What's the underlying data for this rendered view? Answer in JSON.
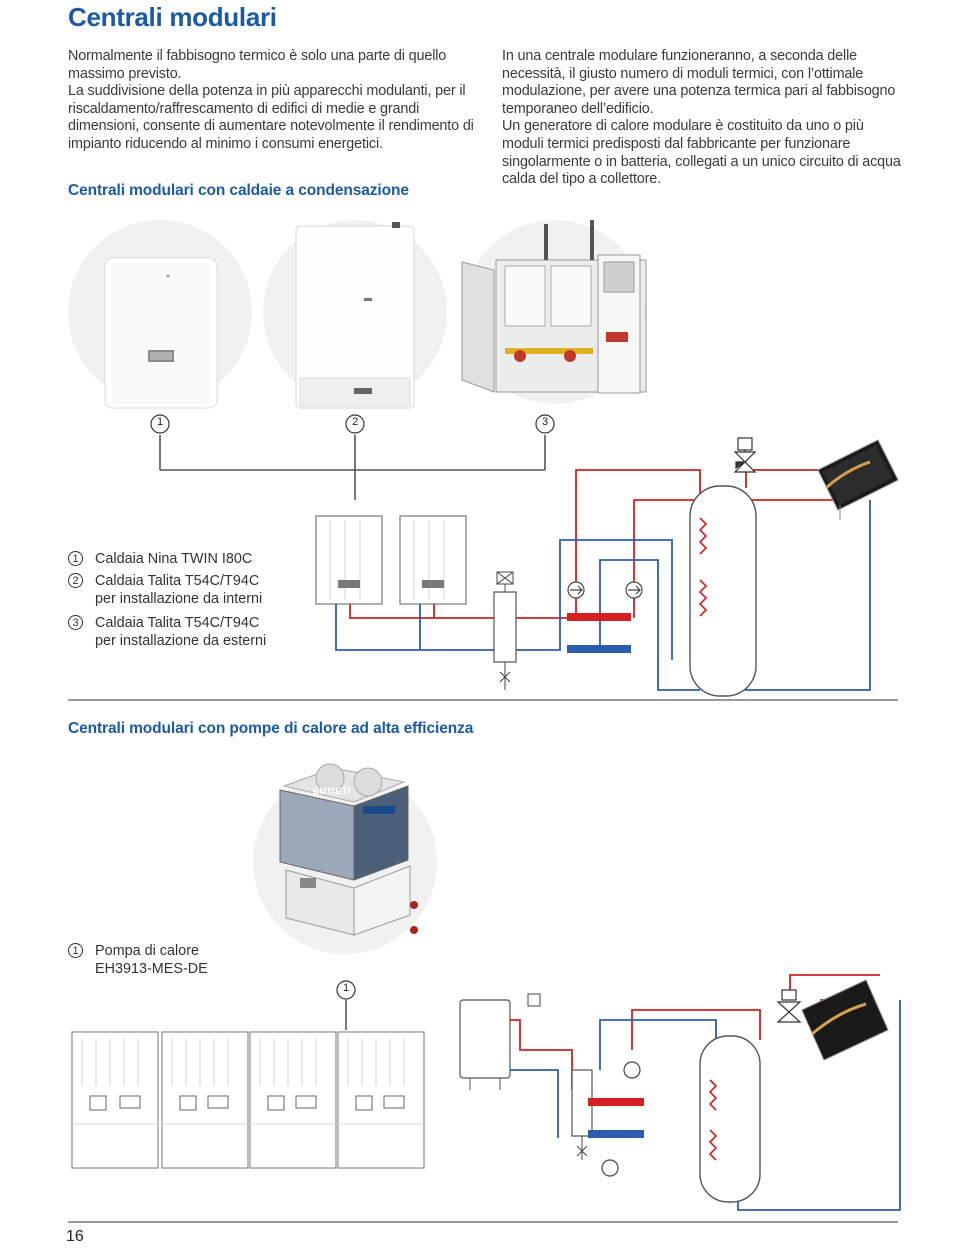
{
  "page": {
    "title": "Centrali modulari",
    "number": "16"
  },
  "intro": {
    "left": [
      "Normalmente il fabbisogno termico è solo una parte di quello massimo previsto.",
      "La suddivisione della potenza in più apparecchi modulanti, per il riscaldamento/raffrescamento di edifici di medie e grandi dimensioni, consente di aumentare notevolmente il rendimento di impianto riducendo al minimo i consumi energetici."
    ],
    "right": [
      "In una centrale modulare funzioneranno, a seconda delle necessità, il giusto numero di moduli termici, con l’ottimale modulazione, per avere una potenza termica pari al fabbisogno temporaneo dell’edificio.",
      "Un generatore di calore modulare è costituito da uno o più moduli termici predisposti dal fabbricante per funzionare singolarmente o in batteria, collegati a un unico circuito di acqua calda del tipo a collettore."
    ]
  },
  "section1": {
    "heading": "Centrali modulari con caldaie a condensazione",
    "markers": [
      "1",
      "2",
      "3"
    ],
    "legend": [
      {
        "num": "1",
        "lines": [
          "Caldaia Nina TWIN I80C"
        ]
      },
      {
        "num": "2",
        "lines": [
          "Caldaia Talita T54C/T94C",
          "per installazione da interni"
        ]
      },
      {
        "num": "3",
        "lines": [
          "Caldaia Talita T54C/T94C",
          "per installazione da esterni"
        ]
      }
    ]
  },
  "section2": {
    "heading": "Centrali modulari con pompe di calore ad alta efficienza",
    "brand_logo": "EMMETI",
    "markers": [
      "1"
    ],
    "legend": [
      {
        "num": "1",
        "lines": [
          "Pompa di calore",
          "EH3913-MES-DE"
        ]
      }
    ]
  },
  "colors": {
    "accent_blue": "#1a5aa6",
    "pipe_red": "#d42020",
    "pipe_blue": "#2a5db0",
    "circle_bg": "#f2f2f2"
  }
}
